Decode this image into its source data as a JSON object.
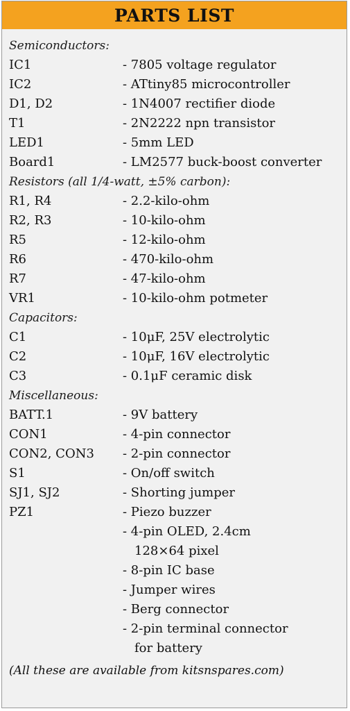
{
  "title": "PARTS LIST",
  "sections": [
    {
      "heading": "Semiconductors:",
      "items": [
        {
          "ref": "IC1",
          "desc": [
            "- 7805 voltage regulator"
          ]
        },
        {
          "ref": "IC2",
          "desc": [
            "- ATtiny85 microcontroller"
          ]
        },
        {
          "ref": "D1, D2",
          "desc": [
            "- 1N4007 rectifier diode"
          ]
        },
        {
          "ref": "T1",
          "desc": [
            "- 2N2222 npn transistor"
          ]
        },
        {
          "ref": "LED1",
          "desc": [
            "- 5mm LED"
          ]
        },
        {
          "ref": "Board1",
          "desc": [
            "- LM2577 buck-boost converter"
          ]
        }
      ]
    },
    {
      "heading": "Resistors (all 1/4-watt, ±5% carbon):",
      "items": [
        {
          "ref": "R1, R4",
          "desc": [
            "- 2.2-kilo-ohm"
          ]
        },
        {
          "ref": "R2, R3",
          "desc": [
            "- 10-kilo-ohm"
          ]
        },
        {
          "ref": "R5",
          "desc": [
            "- 12-kilo-ohm"
          ]
        },
        {
          "ref": "R6",
          "desc": [
            "- 470-kilo-ohm"
          ]
        },
        {
          "ref": "R7",
          "desc": [
            "- 47-kilo-ohm"
          ]
        },
        {
          "ref": "VR1",
          "desc": [
            "- 10-kilo-ohm potmeter"
          ]
        }
      ]
    },
    {
      "heading": "Capacitors:",
      "items": [
        {
          "ref": "C1",
          "desc": [
            "- 10μF, 25V electrolytic"
          ]
        },
        {
          "ref": "C2",
          "desc": [
            "- 10μF, 16V electrolytic"
          ]
        },
        {
          "ref": "C3",
          "desc": [
            "- 0.1μF ceramic disk"
          ]
        }
      ]
    },
    {
      "heading": "Miscellaneous:",
      "items": [
        {
          "ref": "BATT.1",
          "desc": [
            "- 9V battery"
          ]
        },
        {
          "ref": "CON1",
          "desc": [
            "- 4-pin connector"
          ]
        },
        {
          "ref": "CON2, CON3",
          "desc": [
            "- 2-pin connector"
          ]
        },
        {
          "ref": "S1",
          "desc": [
            "- On/off switch"
          ]
        },
        {
          "ref": "SJ1, SJ2",
          "desc": [
            "- Shorting jumper"
          ]
        },
        {
          "ref": "PZ1",
          "desc": [
            "- Piezo buzzer"
          ]
        },
        {
          "ref": "",
          "desc": [
            "- 4-pin OLED, 2.4cm",
            "128×64 pixel"
          ]
        },
        {
          "ref": "",
          "desc": [
            "- 8-pin IC base"
          ]
        },
        {
          "ref": "",
          "desc": [
            "- Jumper wires"
          ]
        },
        {
          "ref": "",
          "desc": [
            "- Berg connector"
          ]
        },
        {
          "ref": "",
          "desc": [
            "- 2-pin terminal connector",
            "for battery"
          ]
        }
      ]
    }
  ],
  "footnote": "(All these are available from kitsnspares.com)",
  "colors": {
    "header": "#f4a21f",
    "panel": "#f1f1f1"
  }
}
